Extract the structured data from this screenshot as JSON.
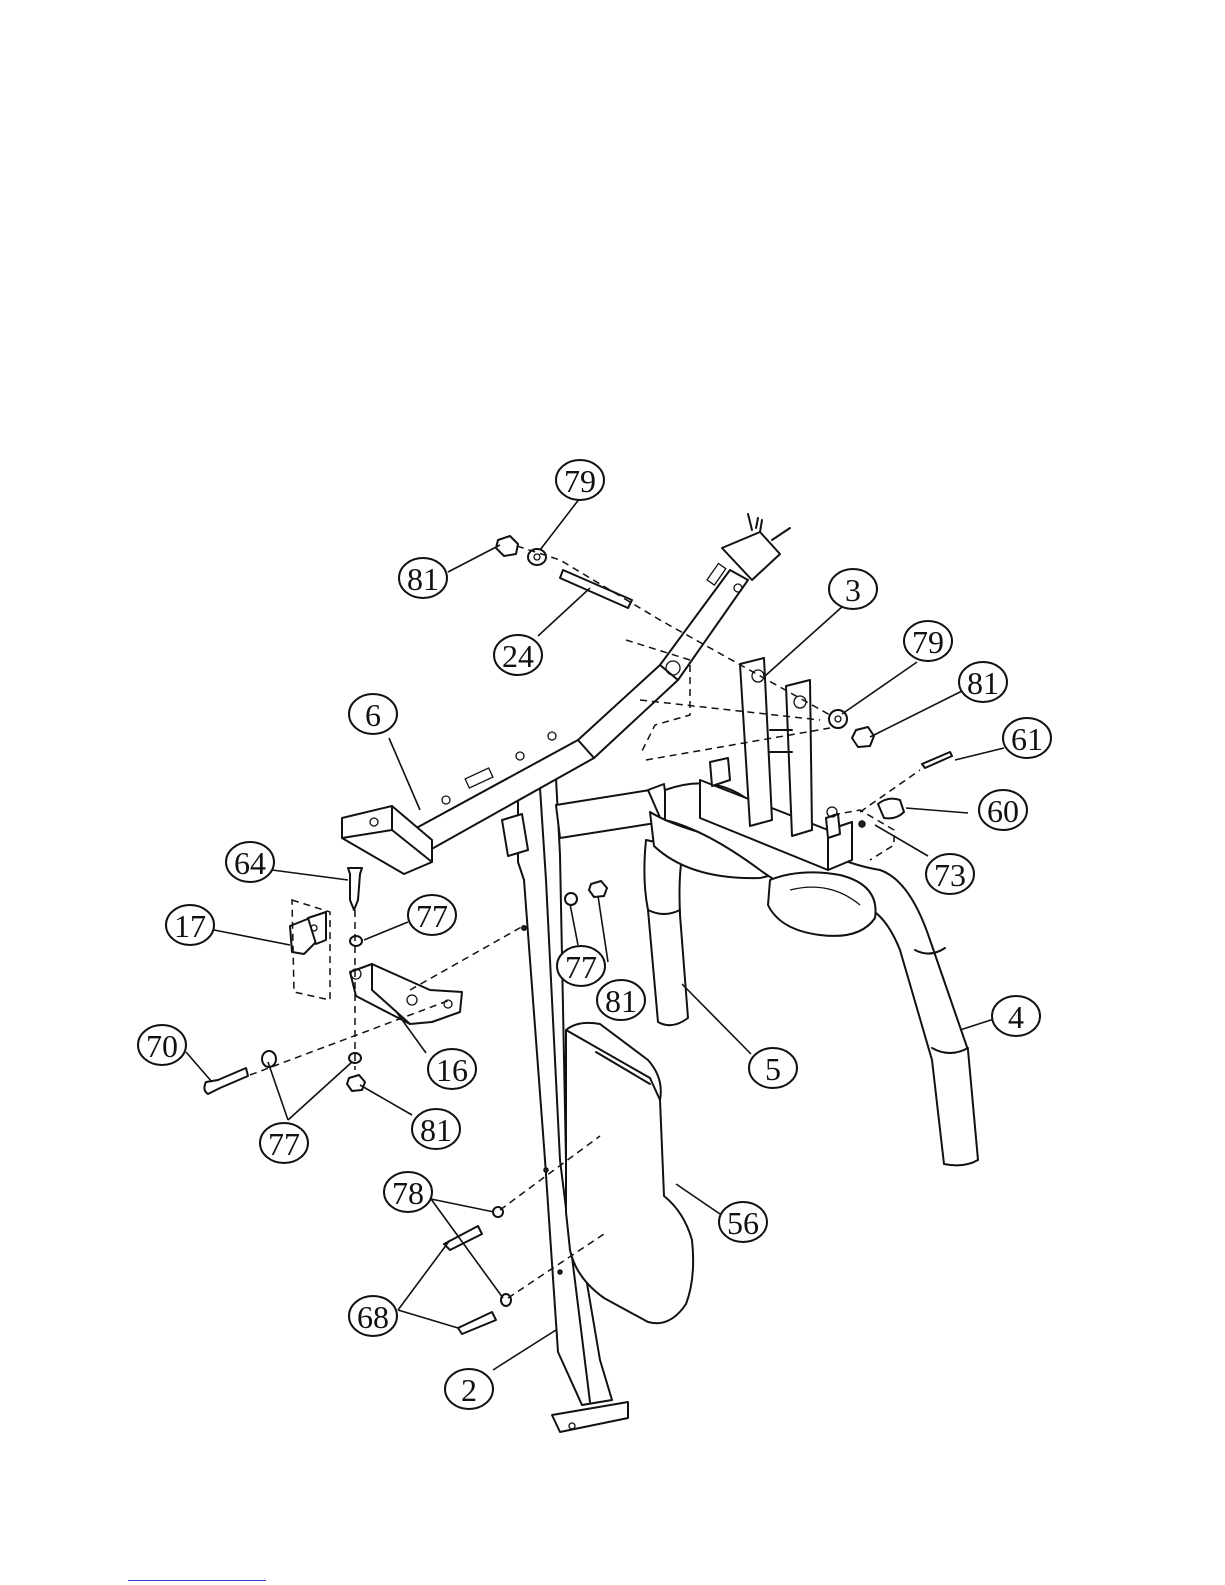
{
  "diagram": {
    "callouts": [
      {
        "id": "c-79-top",
        "label": "79"
      },
      {
        "id": "c-81-top",
        "label": "81"
      },
      {
        "id": "c-24",
        "label": "24"
      },
      {
        "id": "c-3",
        "label": "3"
      },
      {
        "id": "c-79-right",
        "label": "79"
      },
      {
        "id": "c-81-right",
        "label": "81"
      },
      {
        "id": "c-61",
        "label": "61"
      },
      {
        "id": "c-60",
        "label": "60"
      },
      {
        "id": "c-73",
        "label": "73"
      },
      {
        "id": "c-6",
        "label": "6"
      },
      {
        "id": "c-64",
        "label": "64"
      },
      {
        "id": "c-77-a",
        "label": "77"
      },
      {
        "id": "c-17",
        "label": "17"
      },
      {
        "id": "c-77-mid",
        "label": "77"
      },
      {
        "id": "c-81-mid",
        "label": "81"
      },
      {
        "id": "c-5",
        "label": "5"
      },
      {
        "id": "c-4",
        "label": "4"
      },
      {
        "id": "c-16",
        "label": "16"
      },
      {
        "id": "c-70",
        "label": "70"
      },
      {
        "id": "c-77-b",
        "label": "77"
      },
      {
        "id": "c-81-low",
        "label": "81"
      },
      {
        "id": "c-78",
        "label": "78"
      },
      {
        "id": "c-56",
        "label": "56"
      },
      {
        "id": "c-68",
        "label": "68"
      },
      {
        "id": "c-2",
        "label": "2"
      }
    ]
  }
}
